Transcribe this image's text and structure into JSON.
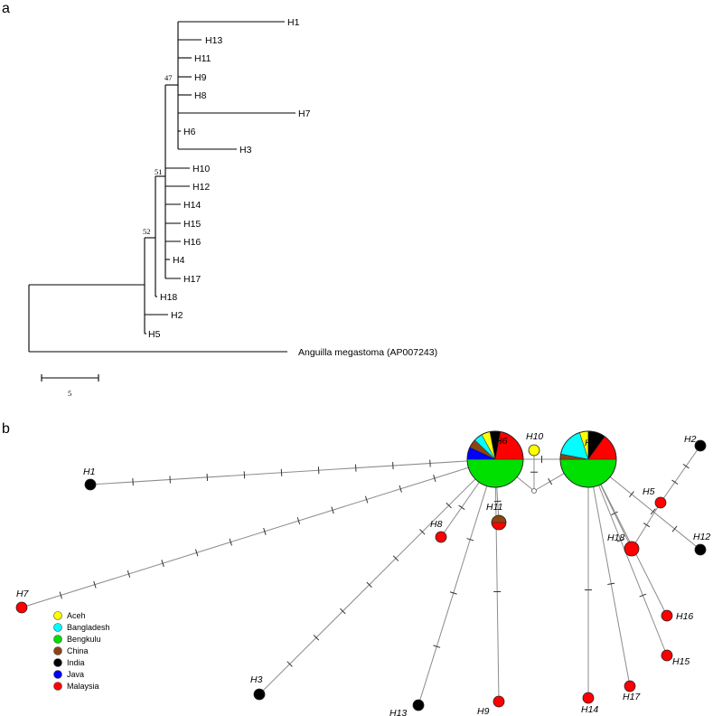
{
  "panel_a": {
    "label": "a",
    "bootstrap": [
      "47",
      "51",
      "52"
    ],
    "tips": [
      "H1",
      "H13",
      "H11",
      "H9",
      "H8",
      "H7",
      "H6",
      "H3",
      "H10",
      "H12",
      "H14",
      "H15",
      "H16",
      "H4",
      "H17",
      "H18",
      "H2",
      "H5",
      "Anguilla megastoma (AP007243)"
    ],
    "scale_label": "5"
  },
  "panel_b": {
    "label": "b",
    "haplotypes": [
      "H1",
      "H2",
      "H3",
      "H4",
      "H5",
      "H6",
      "H7",
      "H8",
      "H9",
      "H10",
      "H11",
      "H12",
      "H13",
      "H14",
      "H15",
      "H16",
      "H17",
      "H18"
    ],
    "legend": [
      {
        "name": "Aceh",
        "color": "#ffff00"
      },
      {
        "name": "Bangladesh",
        "color": "#00ffff"
      },
      {
        "name": "Bengkulu",
        "color": "#00e000"
      },
      {
        "name": "China",
        "color": "#8b4513"
      },
      {
        "name": "India",
        "color": "#000000"
      },
      {
        "name": "Java",
        "color": "#0000ff"
      },
      {
        "name": "Malaysia",
        "color": "#ff0000"
      }
    ]
  }
}
